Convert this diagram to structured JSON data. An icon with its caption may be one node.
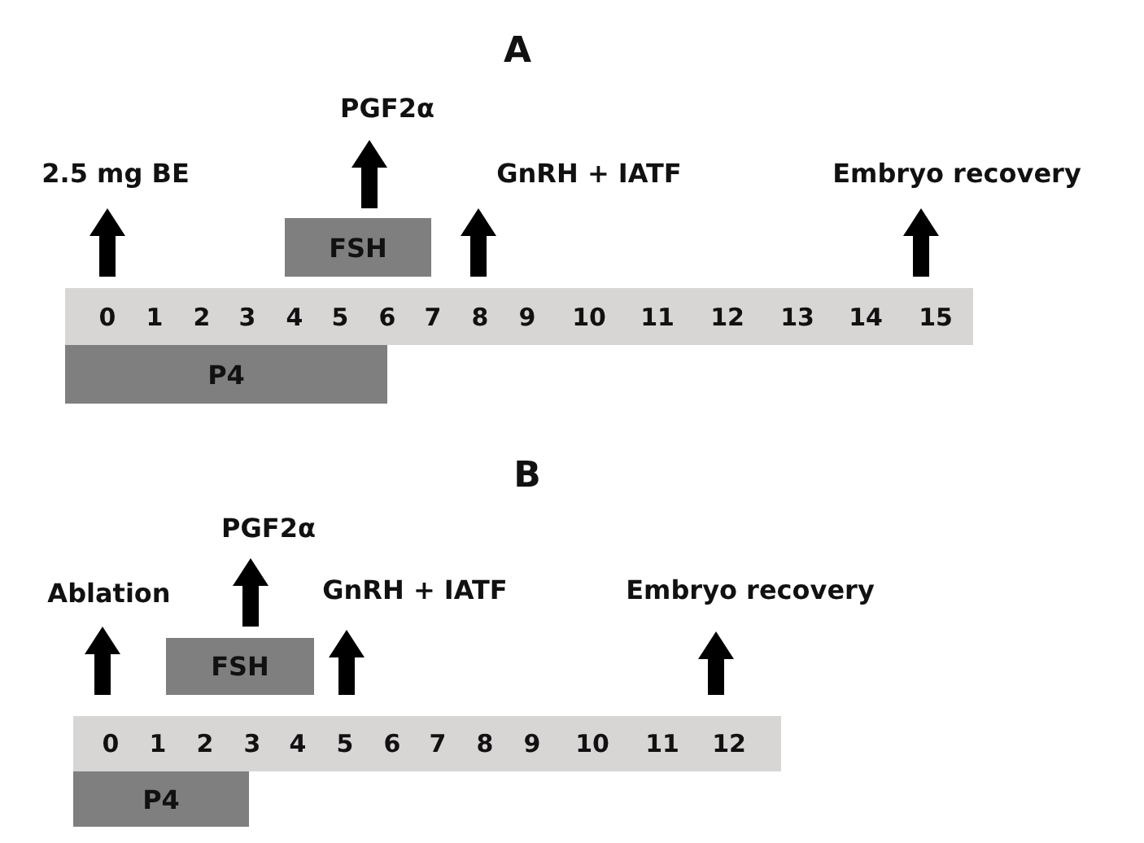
{
  "diagram": {
    "nodes": [
      {
        "text": [
          "FSH"
        ]
      },
      {
        "text": [
          "P4"
        ]
      },
      {
        "text": [
          "FSH"
        ]
      },
      {
        "text": [
          "P4"
        ]
      }
    ],
    "labels": [
      "A",
      "PGF2α",
      "2.5 mg BE",
      "GnRH + IATF",
      "Embryo recovery",
      "0",
      "1",
      "2",
      "3",
      "4",
      "5",
      "6",
      "7",
      "8",
      "9",
      "10",
      "11",
      "12",
      "13",
      "14",
      "15",
      "B",
      "PGF2α",
      "Ablation",
      "GnRH + IATF",
      "Embryo recovery",
      "0",
      "1",
      "2",
      "3",
      "4",
      "5",
      "6",
      "7",
      "8",
      "9",
      "10",
      "11",
      "12"
    ]
  }
}
